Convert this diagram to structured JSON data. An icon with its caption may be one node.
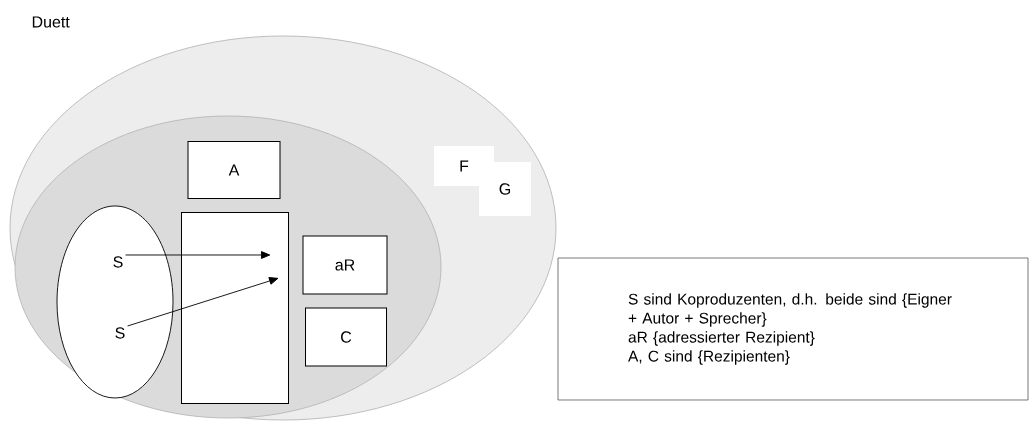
{
  "diagram": {
    "title": "Duett",
    "nodes": [
      {
        "text": [],
        "shape": "ellipse"
      },
      {
        "text": [],
        "shape": "ellipse",
        "in": 0
      },
      {
        "text": [
          "A"
        ],
        "in": 1
      },
      {
        "text": [],
        "shape": "ellipse",
        "in": 1
      },
      {
        "text": [
          "S"
        ],
        "in": 3
      },
      {
        "text": [
          "S"
        ],
        "in": 3
      },
      {
        "text": [],
        "shape": "box",
        "in": 1
      },
      {
        "text": [
          "aR"
        ],
        "in": 1
      },
      {
        "text": [
          "C"
        ],
        "in": 1
      },
      {
        "text": [
          "S sind Koproduzenten, d.h. beide sind {Eigner + Autor + Sprecher}",
          "aR {adressierter Rezipient}",
          "A, C sind {Rezipienten}"
        ]
      }
    ],
    "edges": [
      {
        "from": 4,
        "to": 6,
        "arrow": "to"
      },
      {
        "from": 5,
        "to": 6,
        "arrow": "to"
      }
    ],
    "labels": [
      "F",
      "G"
    ]
  }
}
